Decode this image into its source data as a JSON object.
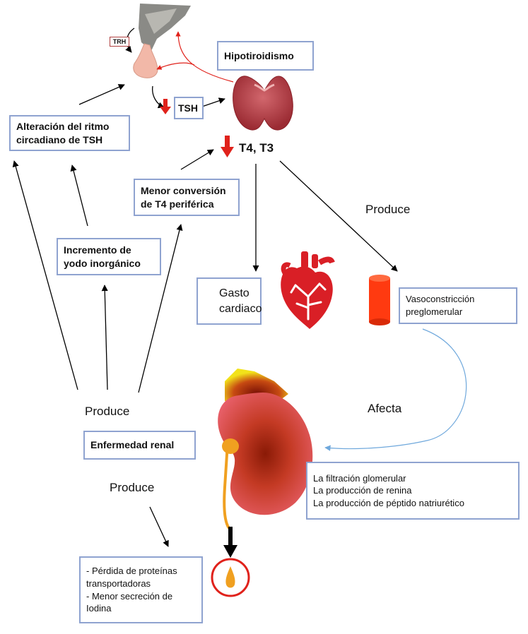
{
  "labels": {
    "trh": "TRH",
    "hipotiroidismo": "Hipotiroidismo",
    "tsh": "TSH",
    "t4t3": "T4, T3",
    "alteracion": "Alteración del ritmo\ncircadiano de TSH",
    "menor_conversion": "Menor conversión\nde T4 periférica",
    "incremento_yodo": "Incremento de\nyodo inorgánico",
    "gasto_cardiaco": "Gasto\ncardiaco",
    "vasoconstriccion": "Vasoconstricción\npreglomerular",
    "produce_right": "Produce",
    "produce_left": "Produce",
    "produce_lower": "Produce",
    "afecta": "Afecta",
    "enfermedad_renal": "Enfermedad renal",
    "efectos_renales": "La filtración glomerular\nLa producción de renina\nLa producción de péptido natriurético",
    "perdidas": "- Pérdida de proteínas\ntransportadoras\n- Menor secreción de\nIodina"
  },
  "colors": {
    "box_border": "#8fa3d0",
    "decrease_arrow": "#e0221b",
    "heart": "#d91f26",
    "thyroid": "#c64a52",
    "kidney": "#e2555b",
    "vessel": "#ff3a10",
    "curve_arrow": "#6fa8dc"
  },
  "icons": [
    "pituitary-icon",
    "thyroid-icon",
    "heart-icon",
    "blood-vessel-icon",
    "kidney-icon",
    "urine-drop-icon",
    "down-arrow-icon"
  ]
}
